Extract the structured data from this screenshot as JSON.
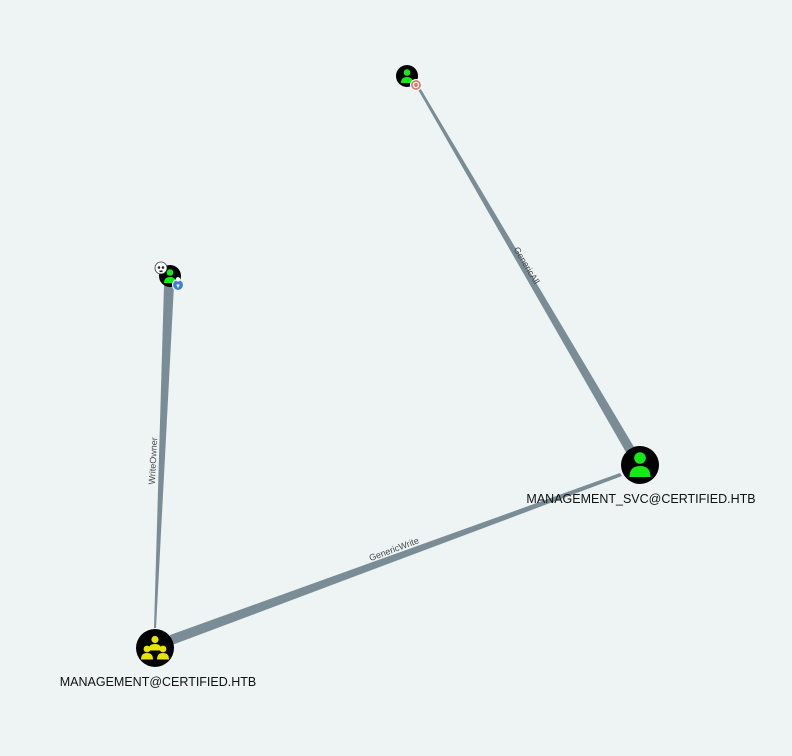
{
  "graph": {
    "nodes": {
      "management_group": {
        "label": "MANAGEMENT@CERTIFIED.HTB",
        "kind": "group",
        "icon": "group-icon",
        "color": "#e8e500"
      },
      "management_svc": {
        "label": "MANAGEMENT_SVC@CERTIFIED.HTB",
        "kind": "user",
        "icon": "user-icon",
        "color": "#17e817"
      },
      "top_user": {
        "label": "",
        "kind": "user",
        "icon": "user-icon",
        "color": "#17e817",
        "badge_icon": "target-badge-icon",
        "badge_color": "#d9827c"
      },
      "left_user": {
        "label": "",
        "kind": "user",
        "icon": "user-icon",
        "color": "#17e817",
        "badge_icon": "pin-badge-icon",
        "badge_color": "#3f7fd6",
        "extra_icon": "skull-icon"
      }
    },
    "edges": {
      "generic_all": {
        "label": "GenericAll",
        "from": "top_user",
        "to": "management_svc"
      },
      "write_owner": {
        "label": "WriteOwner",
        "from": "left_user",
        "to": "management_group"
      },
      "generic_write": {
        "label": "GenericWrite",
        "from": "management_svc",
        "to": "management_group"
      }
    },
    "colors": {
      "background": "#eef3f4",
      "edge": "#7a8d96",
      "node_fill": "#000000"
    }
  }
}
